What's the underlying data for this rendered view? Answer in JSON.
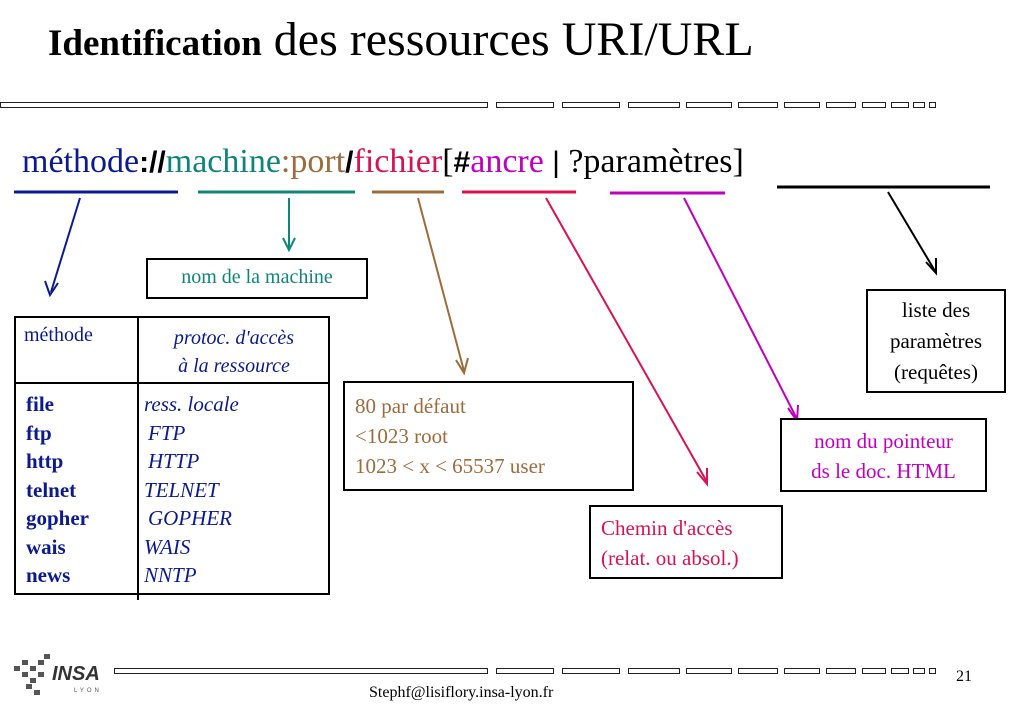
{
  "title": {
    "bold": "Identification",
    "rest": " des ressources URI/URL"
  },
  "url": {
    "methode": "méthode",
    "sep1": "://",
    "machine": "machine",
    "sep2": ":",
    "port": "port",
    "sep3": "/",
    "fichier": "fichier",
    "bracket_open": "[",
    "hash": "#",
    "ancre": "ancre",
    "pipe": " | ",
    "params": "?paramètres]"
  },
  "labels": {
    "machine": "nom de la machine",
    "params": [
      "liste des",
      "paramètres",
      "(requêtes)"
    ],
    "port": [
      "80 par  défaut",
      "<1023 root",
      "1023 < x < 65537 user"
    ],
    "anchor": [
      "nom du pointeur",
      "ds le doc. HTML"
    ],
    "path": [
      "Chemin d'accès",
      "(relat. ou absol.)"
    ]
  },
  "table": {
    "header_method": "méthode",
    "header_access": [
      "protoc. d'accès",
      "à la ressource"
    ],
    "methods": [
      "file",
      "ftp",
      "http",
      "telnet",
      "gopher",
      "wais",
      "news"
    ],
    "protocols": [
      "ress. locale",
      "FTP",
      "HTTP",
      "TELNET",
      "GOPHER",
      "WAIS",
      "NNTP"
    ]
  },
  "logo_text": "INSA",
  "logo_subtext": "LYON",
  "footer": "Stephf@lisiflory.insa-lyon.fr",
  "page_number": "21",
  "colors": {
    "blue": "#0b1a8f",
    "teal": "#0f857a",
    "brown": "#9e6b3b",
    "red": "#d9134f",
    "magenta": "#c000c0"
  }
}
